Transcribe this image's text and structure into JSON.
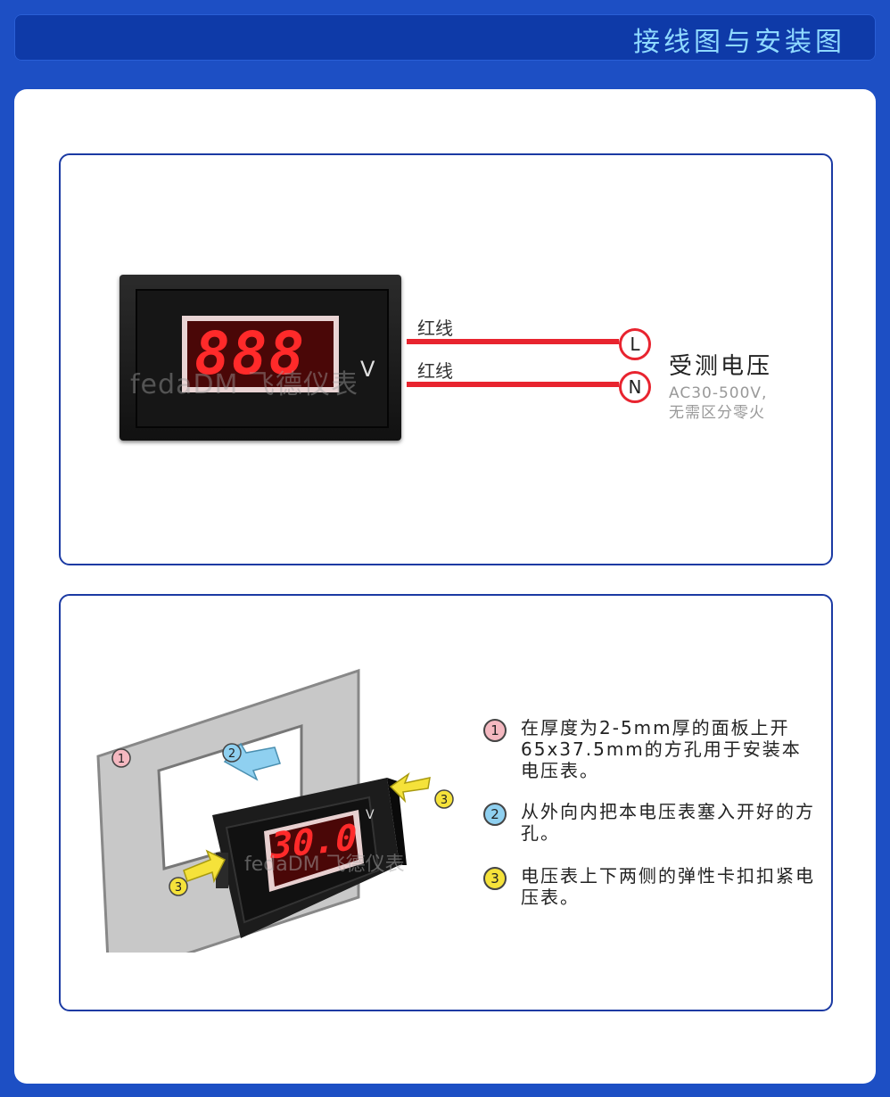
{
  "header": {
    "title": "接线图与安装图"
  },
  "wiring": {
    "meter_display": "888",
    "meter_unit": "V",
    "watermark": "fedaDM 飞德仪表",
    "wire_top_label": "红线",
    "wire_bottom_label": "红线",
    "terminal_l": "L",
    "terminal_n": "N",
    "voltage_title": "受测电压",
    "voltage_sub_1": "AC30-500V,",
    "voltage_sub_2": "无需区分零火",
    "colors": {
      "wire": "#e8242f",
      "digit": "#ff2a2a"
    }
  },
  "install": {
    "meter_display": "30.0",
    "meter_unit": "V",
    "watermark": "fedaDM 飞德仪表",
    "markers": {
      "one": "1",
      "two": "2",
      "three": "3"
    },
    "steps": [
      {
        "num": "1",
        "text": "在厚度为2-5mm厚的面板上开65x37.5mm的方孔用于安装本电压表。",
        "badge_color": "#f4b8c0"
      },
      {
        "num": "2",
        "text": "从外向内把本电压表塞入开好的方孔。",
        "badge_color": "#8fd0f0"
      },
      {
        "num": "3",
        "text": "电压表上下两侧的弹性卡扣扣紧电压表。",
        "badge_color": "#f5e23a"
      }
    ]
  }
}
